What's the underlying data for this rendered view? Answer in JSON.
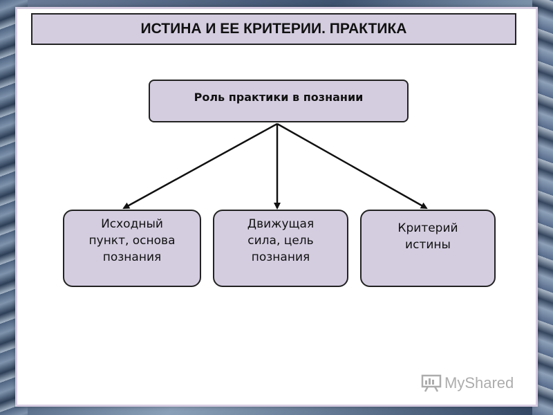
{
  "title": "ИСТИНА И ЕЕ КРИТЕРИИ. ПРАКТИКА",
  "diagram": {
    "root": "Роль практики в познании",
    "children": [
      "Исходный\nпункт, основа\nпознания",
      "Движущая\nсила, цель\nпознания",
      "Критерий\nистины"
    ]
  },
  "watermark": {
    "text": "MyShared",
    "icon": "presentation-board-icon"
  },
  "colors": {
    "box_fill": "#d4cde0",
    "border": "#222222",
    "slide_border": "#d7cde2"
  }
}
